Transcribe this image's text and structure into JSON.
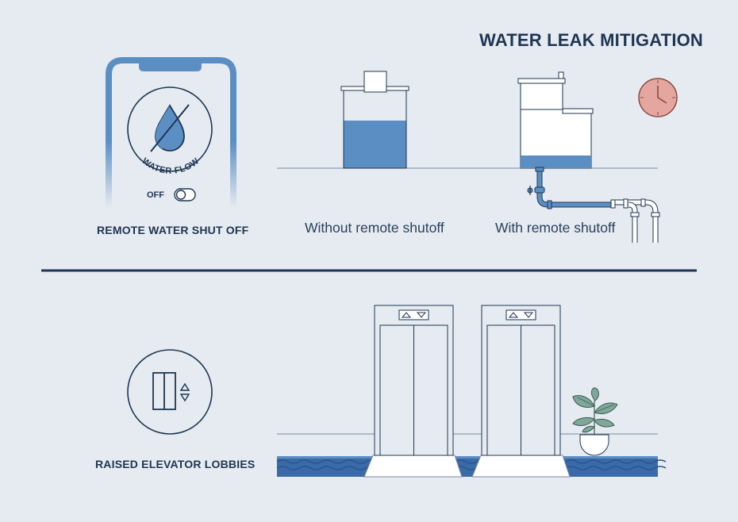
{
  "title": "WATER LEAK MITIGATION",
  "phone": {
    "icon_caption": "WATER FLOW",
    "toggle_label": "OFF",
    "caption": "REMOTE WATER SHUT OFF"
  },
  "tanks": {
    "left_caption": "Without remote shutoff",
    "right_caption": "With remote shutoff"
  },
  "elevator": {
    "caption": "RAISED ELEVATOR LOBBIES"
  },
  "colors": {
    "background": "#e6ebf1",
    "navy": "#1e3553",
    "water_blue": "#5b8fc4",
    "flood_blue": "#3a6aa8",
    "clock": "#e4a69e",
    "plant": "#7fa89a"
  }
}
